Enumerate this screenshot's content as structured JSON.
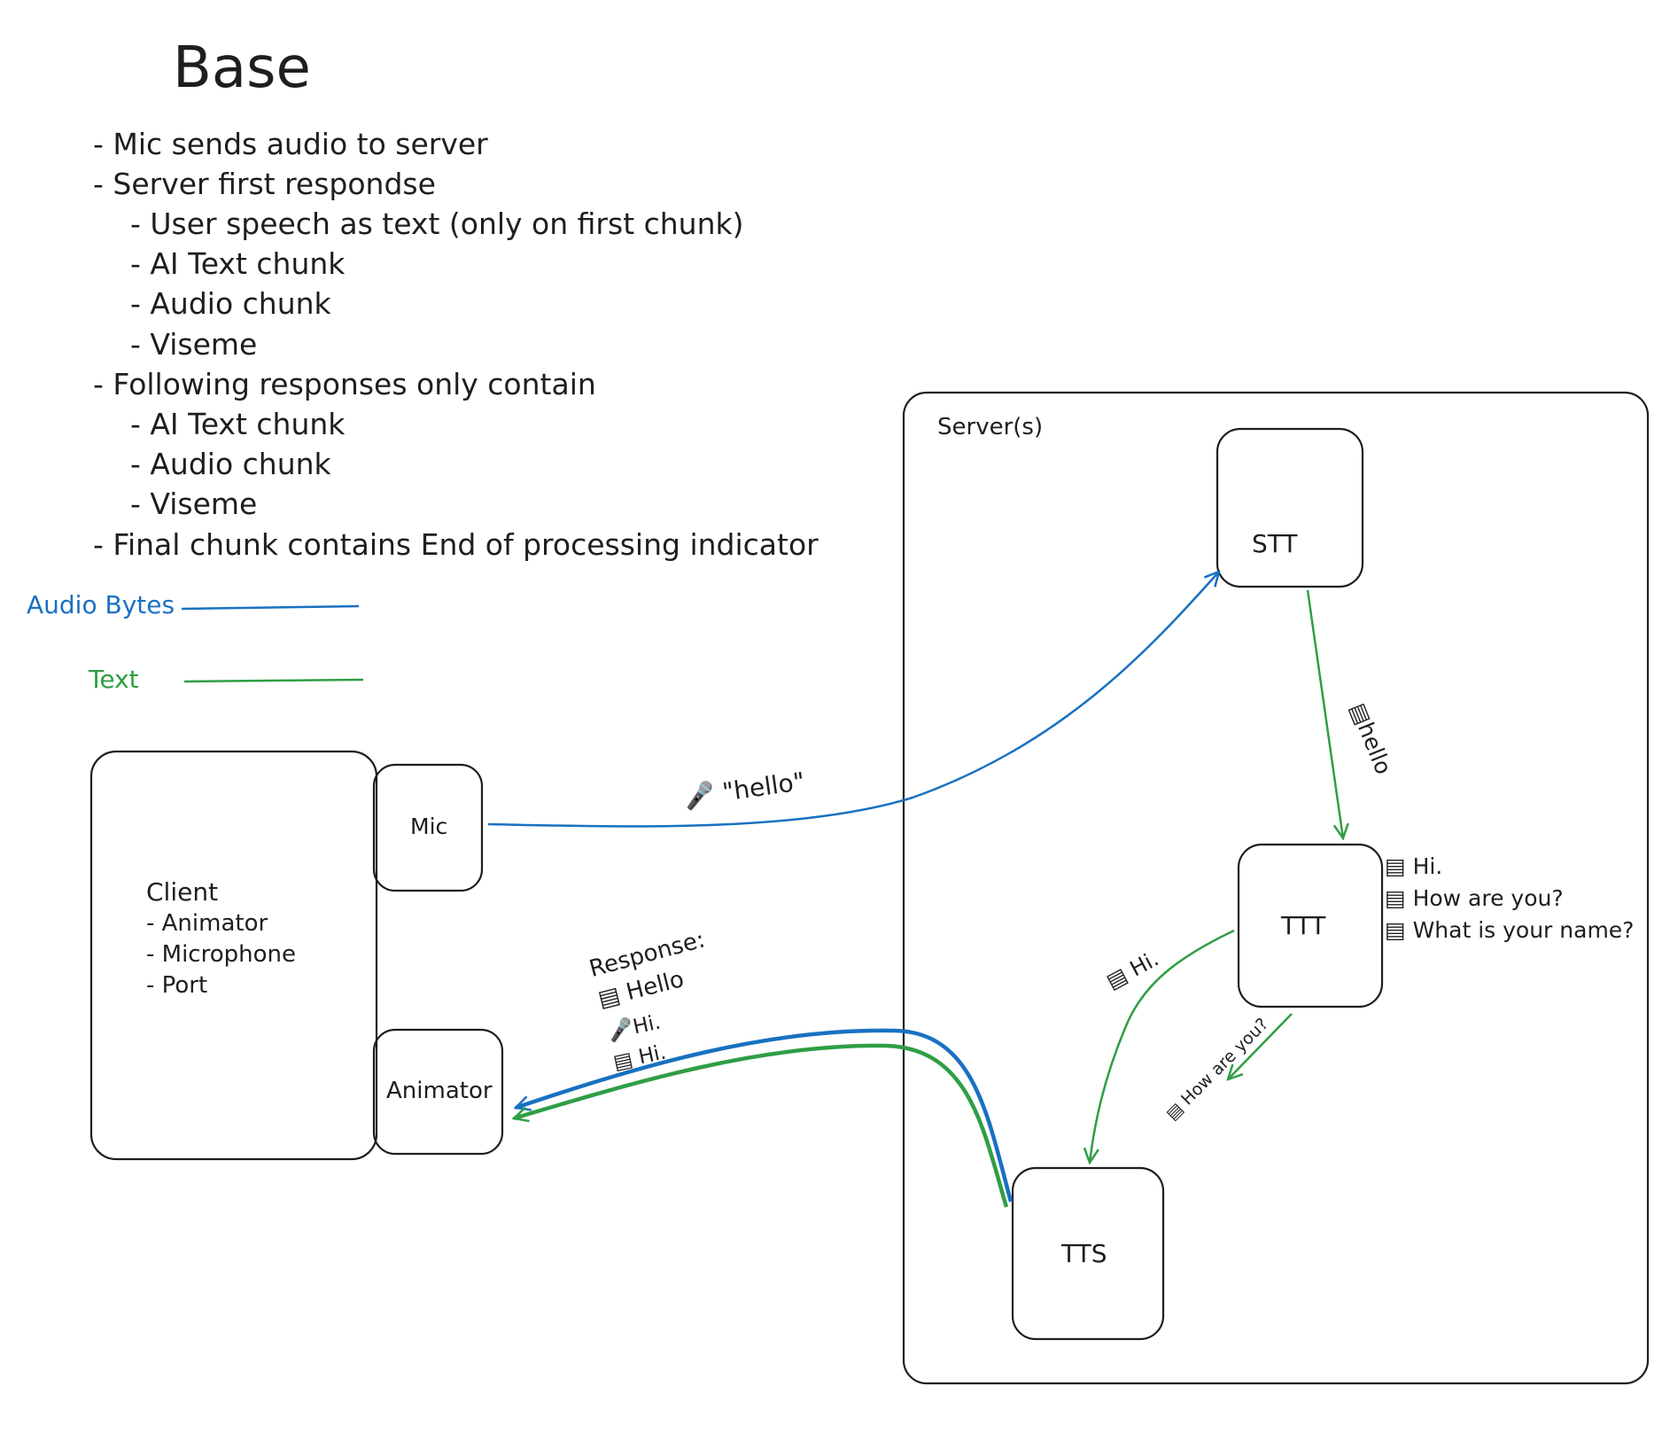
{
  "title": "Base",
  "notes": [
    "- Mic sends audio to server",
    "- Server first respondse",
    "    - User speech as text (only on first chunk)",
    "    - AI Text chunk",
    "    - Audio chunk",
    "    - Viseme",
    "- Following responses only contain",
    "    - AI Text chunk",
    "    - Audio chunk",
    "    - Viseme",
    "- Final chunk contains End of processing indicator"
  ],
  "legend": {
    "audio_label": "Audio Bytes",
    "text_label": "Text",
    "audio_color": "#1971c2",
    "text_color": "#2f9e44"
  },
  "client": {
    "title": "Client",
    "items": [
      "- Animator",
      "- Microphone",
      "- Port"
    ]
  },
  "mic_label": "Mic",
  "animator_label": "Animator",
  "server_label": "Server(s)",
  "stt_label": "STT",
  "ttt_label": "TTT",
  "tts_label": "TTS",
  "mic_arrow_label": "🎤 \"hello\"",
  "stt_arrow_label": "▤hello",
  "ttt_outputs": [
    "▤ Hi.",
    "▤ How are you?",
    "▤ What is your name?"
  ],
  "hi_label": "▤ Hi.",
  "howareyou_label": "▤ How are you?",
  "response": {
    "title": "Response:",
    "lines": [
      "▤ Hello",
      "🎤Hi.",
      "▤ Hi."
    ]
  }
}
